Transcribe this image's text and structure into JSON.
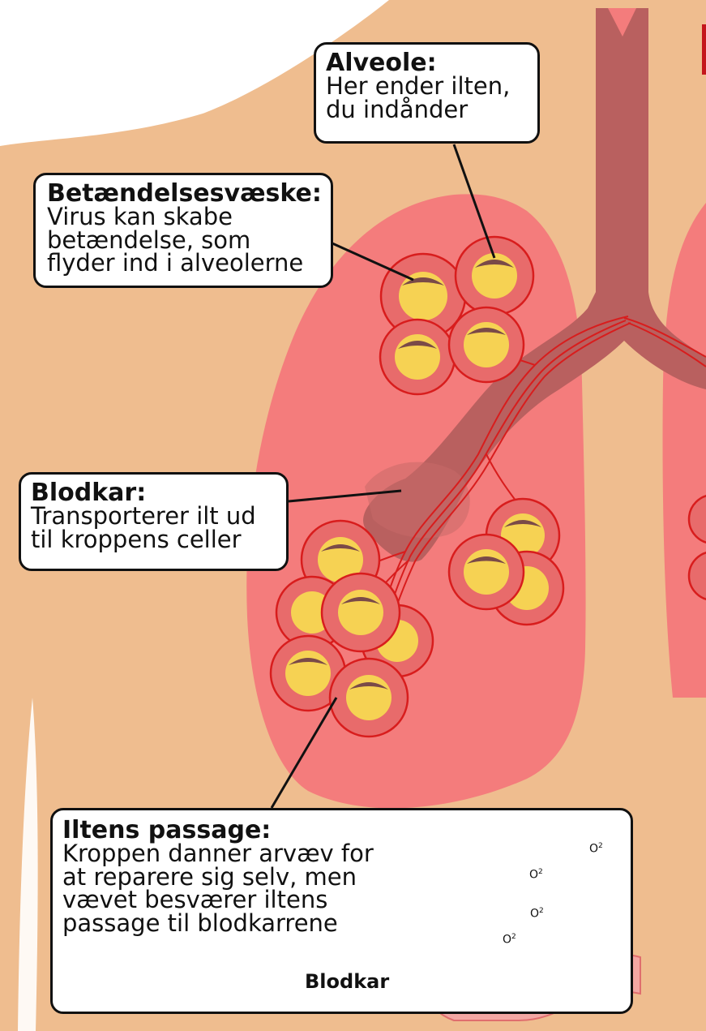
{
  "colors": {
    "skin": "#efbd8f",
    "lung": "#f47c7c",
    "lung_shade": "#e86b6b",
    "airway": "#b9605f",
    "vessel": "#d81d1d",
    "alveolus_fluid": "#f6d253",
    "alveolus_cap": "#7a4a48",
    "callout_border": "#111111",
    "callout_bg": "#ffffff",
    "inset_wall": "#f3a7a3",
    "inset_lumen": "#4aa3e8",
    "blood_cell": "#c4161c"
  },
  "callouts": {
    "alveole": {
      "title": "Alveole:",
      "text": "Her ender ilten, du indånder"
    },
    "betaendelsesvaeske": {
      "title": "Betændelsesvæske:",
      "text": "Virus kan skabe betændelse, som flyder ind i alveolerne"
    },
    "blodkar": {
      "title": "Blodkar:",
      "text": "Transporterer ilt ud til kroppens celler"
    },
    "iltens_passage": {
      "title": "Iltens passage:",
      "text": "Kroppen danner arvæv for at reparere sig selv, men vævet besværer iltens passage til blodkarrene"
    }
  },
  "inset": {
    "blodkar_label": "Blodkar",
    "o2_base": "O",
    "o2_sup": "2"
  }
}
